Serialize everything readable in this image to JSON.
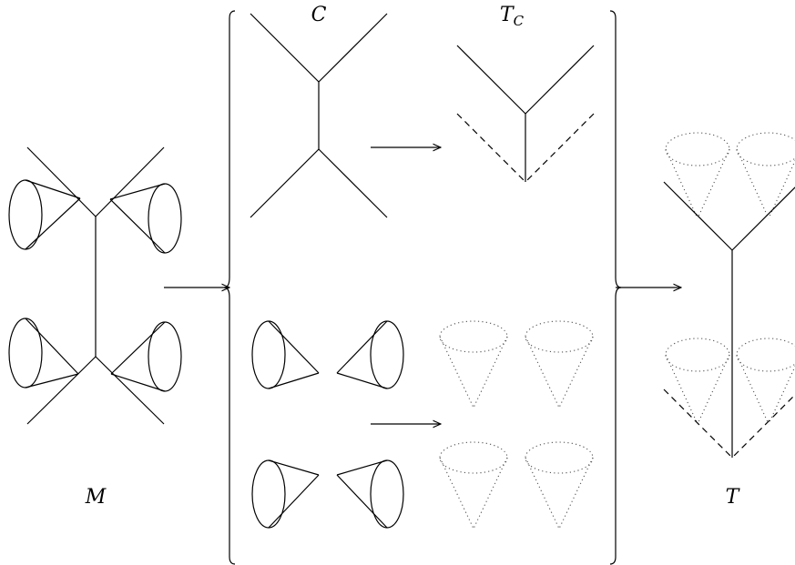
{
  "labels": {
    "M": "M",
    "C": "C",
    "T": "T",
    "T_C_main": "T",
    "T_C_sub": "C"
  }
}
